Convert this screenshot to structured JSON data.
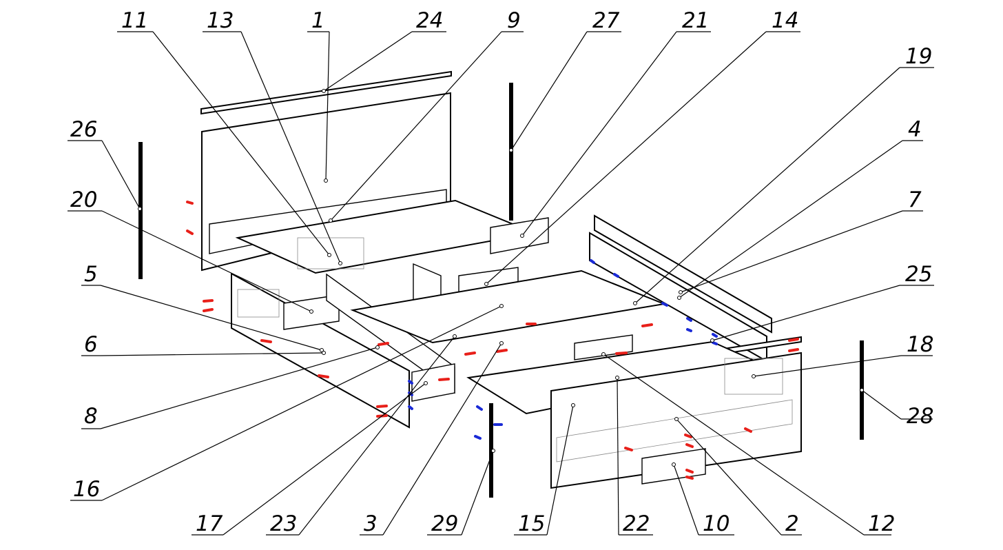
{
  "callouts": [
    "11",
    "13",
    "1",
    "24",
    "9",
    "27",
    "21",
    "14",
    "19",
    "4",
    "7",
    "25",
    "18",
    "28",
    "26",
    "20",
    "5",
    "6",
    "8",
    "16",
    "17",
    "23",
    "3",
    "29",
    "15",
    "22",
    "10",
    "2",
    "12"
  ],
  "colors": {
    "line": "#000000",
    "fastener_red": "#e8201a",
    "fastener_blue": "#1a2ad6",
    "background": "#ffffff"
  }
}
